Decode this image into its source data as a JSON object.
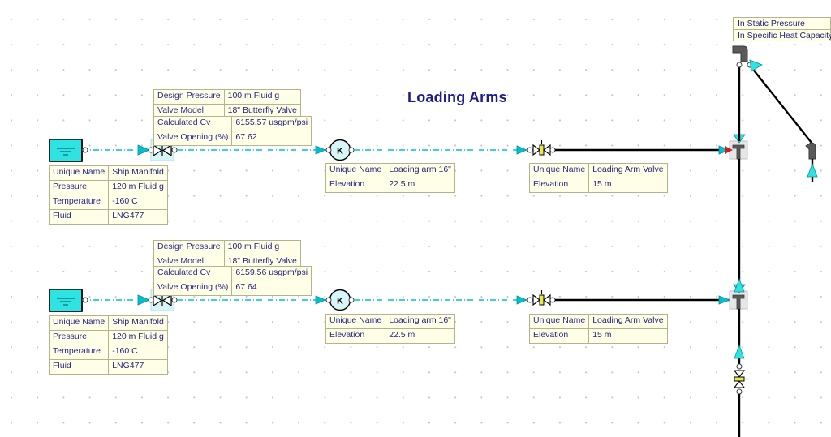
{
  "diagram": {
    "title": "Loading Arms",
    "title_color": "#1c1c8e",
    "background": "#ffffff",
    "grid": "dotted"
  },
  "annotations": {
    "name": "result-display-list",
    "items": [
      {
        "label": "In Static Pressure"
      },
      {
        "label": "In Specific Heat Capacity"
      }
    ]
  },
  "lines": [
    {
      "id": "line-1",
      "source_table": {
        "rows": [
          {
            "key": "Unique Name",
            "value": "Ship Manifold"
          },
          {
            "key": "Pressure",
            "value": "120 m Fluid g"
          },
          {
            "key": "Temperature",
            "value": "-160 C"
          },
          {
            "key": "Fluid",
            "value": "LNG477"
          }
        ]
      },
      "valve_table": {
        "design_rows": [
          {
            "key": "Design Pressure",
            "value": "100 m Fluid g"
          },
          {
            "key": "Valve Model",
            "value": "18\" Butterfly Valve"
          }
        ],
        "result_rows": [
          {
            "key": "Calculated Cv",
            "value": "6155.57 usgpm/psi"
          },
          {
            "key": "Valve Opening (%)",
            "value": "67.62"
          }
        ]
      },
      "arm_table": {
        "rows": [
          {
            "key": "Unique Name",
            "value": "Loading arm 16\""
          },
          {
            "key": "Elevation",
            "value": "22.5 m"
          }
        ]
      },
      "arm_valve_table": {
        "rows": [
          {
            "key": "Unique Name",
            "value": "Loading Arm Valve"
          },
          {
            "key": "Elevation",
            "value": "15 m"
          }
        ]
      },
      "symbols": {
        "tank": "storage-tank",
        "flow_arrow": "flow-direction-arrow",
        "butterfly_valve": "butterfly-valve-with-actuator",
        "pump": "K",
        "gate_valve": "gate-valve",
        "junction": "tee-junction"
      }
    },
    {
      "id": "line-2",
      "source_table": {
        "rows": [
          {
            "key": "Unique Name",
            "value": "Ship Manifold"
          },
          {
            "key": "Pressure",
            "value": "120 m Fluid g"
          },
          {
            "key": "Temperature",
            "value": "-160 C"
          },
          {
            "key": "Fluid",
            "value": "LNG477"
          }
        ]
      },
      "valve_table": {
        "design_rows": [
          {
            "key": "Design Pressure",
            "value": "100 m Fluid g"
          },
          {
            "key": "Valve Model",
            "value": "18\" Butterfly Valve"
          }
        ],
        "result_rows": [
          {
            "key": "Calculated Cv",
            "value": "6159.56 usgpm/psi"
          },
          {
            "key": "Valve Opening (%)",
            "value": "67.64"
          }
        ]
      },
      "arm_table": {
        "rows": [
          {
            "key": "Unique Name",
            "value": "Loading arm 16\""
          },
          {
            "key": "Elevation",
            "value": "22.5 m"
          }
        ]
      },
      "arm_valve_table": {
        "rows": [
          {
            "key": "Unique Name",
            "value": "Loading Arm Valve"
          },
          {
            "key": "Elevation",
            "value": "15 m"
          }
        ]
      },
      "symbols": {
        "tank": "storage-tank",
        "flow_arrow": "flow-direction-arrow",
        "butterfly_valve": "butterfly-valve-with-actuator",
        "pump": "K",
        "gate_valve": "gate-valve",
        "junction": "tee-junction"
      }
    }
  ],
  "colors": {
    "pipe_unsized": "#00c0d0",
    "pipe_sized": "#000000",
    "tank_fill": "#2fe3e3",
    "valve_body": "#d8f5f8",
    "actuator": "#2222cc",
    "gate_valve_fill": "#e8e84a",
    "fitting_gray": "#5a5a5a",
    "table_fill": "#FFFFE8",
    "table_border": "#b3b38f",
    "text": "#23237a"
  }
}
